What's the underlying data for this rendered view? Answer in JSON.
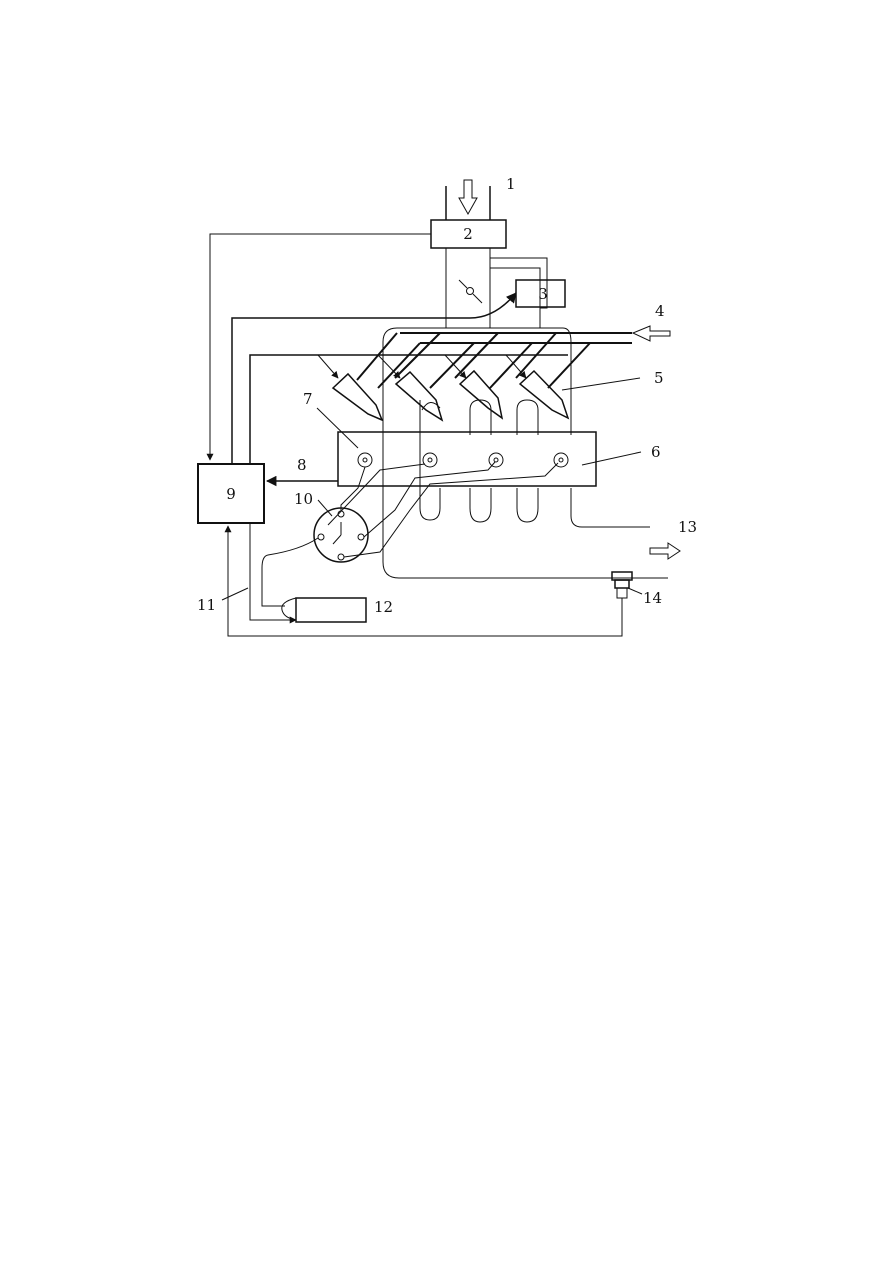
{
  "colors": {
    "line": "#111111",
    "background": "#ffffff"
  },
  "labels": {
    "n1": "1",
    "n2": "2",
    "n3": "3",
    "n4": "4",
    "n5": "5",
    "n6": "6",
    "n7": "7",
    "n8": "8",
    "n9": "9",
    "n10": "10",
    "n11": "11",
    "n12": "12",
    "n13": "13",
    "n14": "14"
  }
}
